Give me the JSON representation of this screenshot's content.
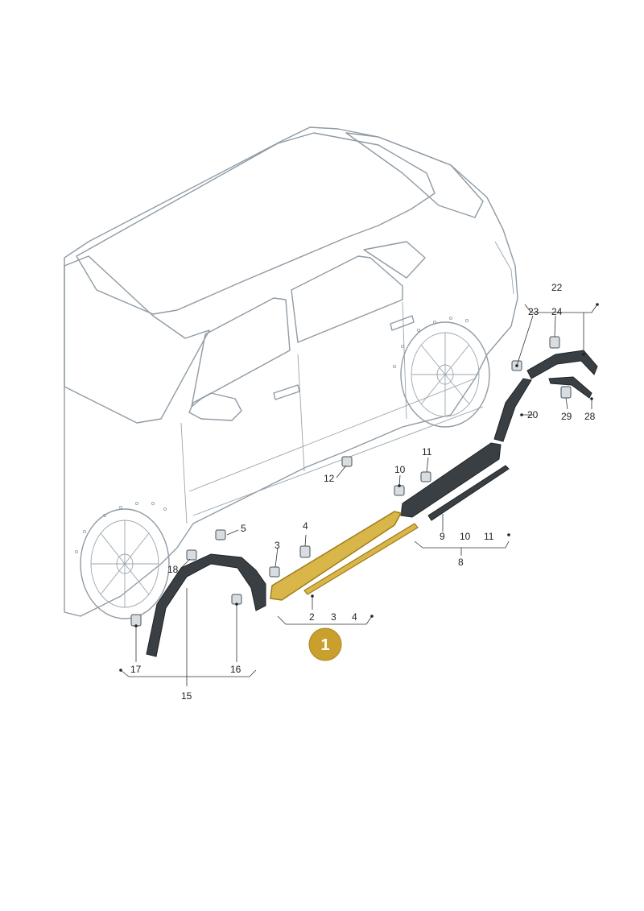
{
  "diagram": {
    "highlight_color": "#c9a02e",
    "badge": {
      "label": "1",
      "color": "#c9a02e"
    },
    "callouts": {
      "n2": "2",
      "n3": "3",
      "n4": "4",
      "n5": "5",
      "n8": "8",
      "n9": "9",
      "n10": "10",
      "n11": "11",
      "n12": "12",
      "n15": "15",
      "n16": "16",
      "n17": "17",
      "n18": "18",
      "n20": "20",
      "n22": "22",
      "n23": "23",
      "n24": "24",
      "n28": "28",
      "n29": "29"
    }
  }
}
